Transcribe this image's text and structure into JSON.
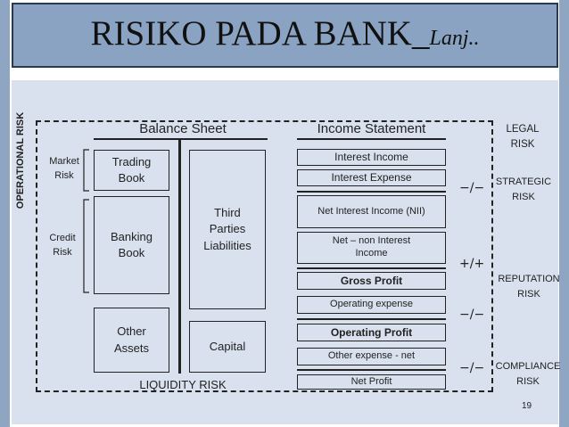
{
  "title": {
    "main": "RISIKO PADA BANK_",
    "suffix": "Lanj.."
  },
  "operational_risk": "OPERATIONAL RISK",
  "balance_sheet": {
    "header": "Balance Sheet",
    "trading_book": "Trading\nBook",
    "banking_book": "Banking\nBook",
    "other_assets": "Other\nAssets",
    "third_parties": "Third\nParties\nLiabilities",
    "capital": "Capital",
    "market_risk": "Market\nRisk",
    "credit_risk": "Credit\nRisk"
  },
  "income_statement": {
    "header": "Income Statement",
    "interest_income": "Interest Income",
    "interest_expense": "Interest Expense",
    "nii": "Net Interest Income (NII)",
    "non_interest": "Net – non Interest\nIncome",
    "gross_profit": "Gross Profit",
    "operating_expense": "Operating expense",
    "operating_profit": "Operating Profit",
    "other_expense": "Other expense - net",
    "net_profit": "Net Profit"
  },
  "liquidity_risk": "LIQUIDITY RISK",
  "risks": {
    "legal": "LEGAL\nRISK",
    "strategic": "STRATEGIC\nRISK",
    "reputation": "REPUTATION\nRISK",
    "compliance": "COMPLIANCE\nRISK"
  },
  "symbols": {
    "minus1": "−/−",
    "plus": "+/+",
    "minus2": "−/−",
    "minus3": "−/−"
  },
  "page_number": "19"
}
